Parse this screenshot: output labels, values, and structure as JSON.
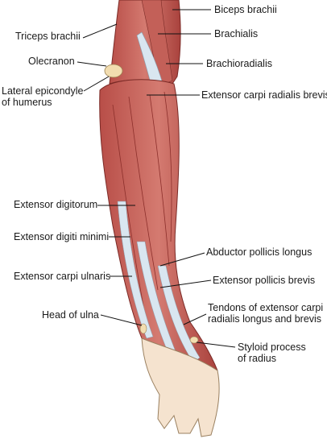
{
  "labels": {
    "biceps_brachii": "Biceps brachii",
    "triceps_brachii": "Triceps brachii",
    "brachialis": "Brachialis",
    "olecranon": "Olecranon",
    "brachioradialis": "Brachioradialis",
    "lateral_epicondyle_line1": "Lateral epicondyle",
    "lateral_epicondyle_line2": "of humerus",
    "extensor_carpi_radialis_brevis": "Extensor carpi radialis brevis",
    "extensor_digitorum": "Extensor digitorum",
    "extensor_digiti_minimi": "Extensor digiti minimi",
    "abductor_pollicis_longus": "Abductor pollicis longus",
    "extensor_carpi_ulnaris": "Extensor carpi ulnaris",
    "extensor_pollicis_brevis": "Extensor pollicis brevis",
    "head_of_ulna": "Head of ulna",
    "tendons_ecr_line1": "Tendons of extensor carpi",
    "tendons_ecr_line2": "radialis longus and brevis",
    "styloid_line1": "Styloid process",
    "styloid_line2": "of radius"
  },
  "colors": {
    "muscle": "#c9605a",
    "muscle_dark": "#9e3a36",
    "tendon": "#d9e6f0",
    "bone": "#f2ddb0",
    "skin": "#f5e3cf"
  }
}
